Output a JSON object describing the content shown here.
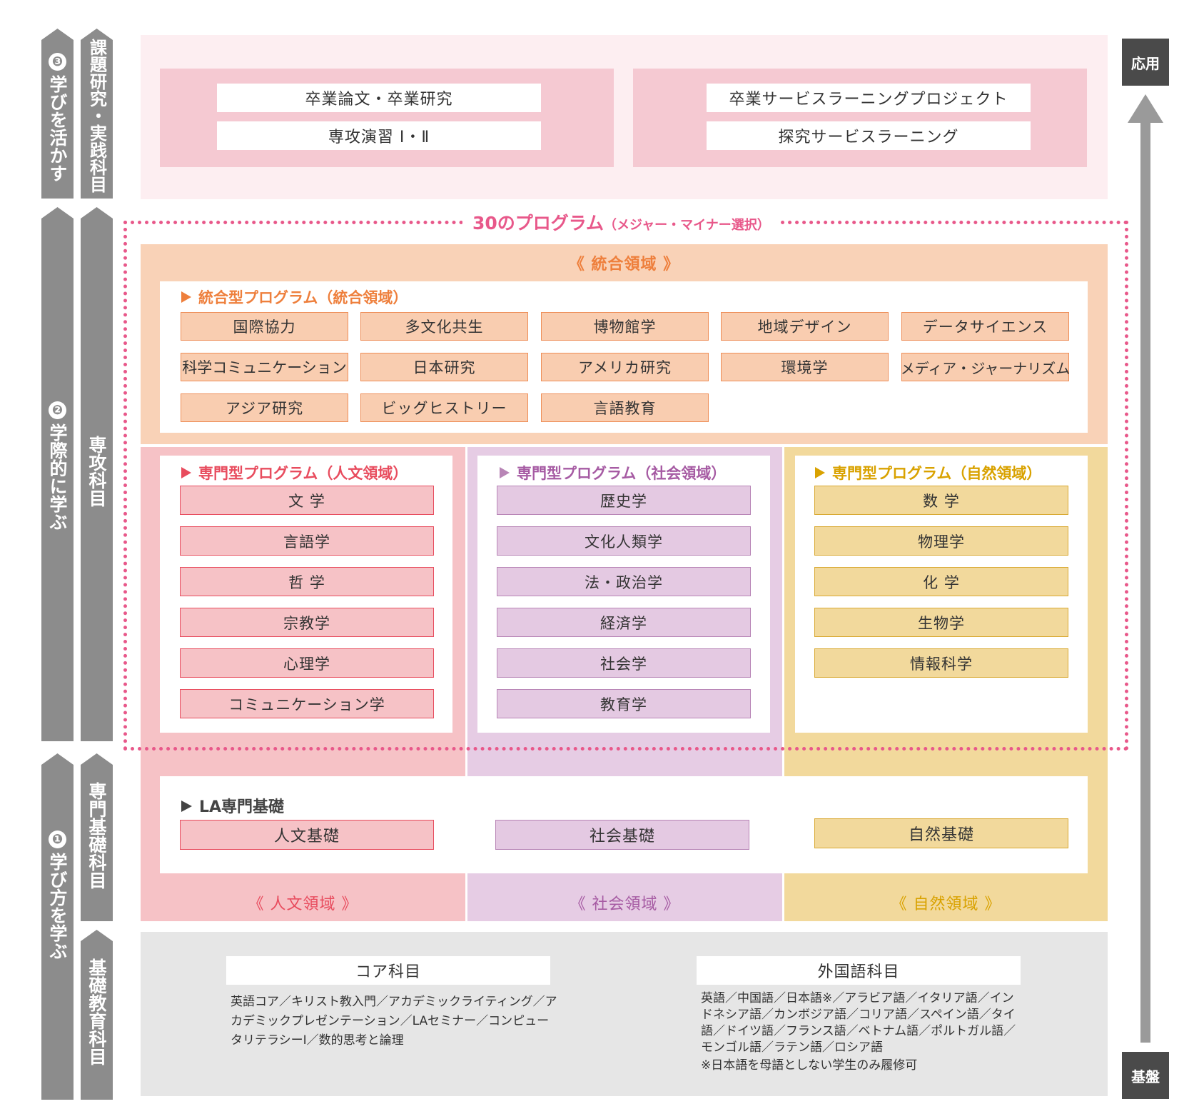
{
  "levels": {
    "top": "応用",
    "bottom": "基盤"
  },
  "left_arrows": [
    {
      "number": "❸",
      "label": "学びを活かす"
    },
    {
      "number": "❷",
      "label": "学際的に学ぶ"
    },
    {
      "number": "❶",
      "label": "学び方を学ぶ"
    }
  ],
  "category_arrows": {
    "practice": "課題研究・実践科目",
    "major": "専攻科目",
    "specialized_basic": "専門基礎科目",
    "basic_education": "基礎教育科目"
  },
  "research": {
    "left": [
      "卒業論文・卒業研究",
      "専攻演習 Ⅰ・Ⅱ"
    ],
    "right": [
      "卒業サービスラーニングプロジェクト",
      "探究サービスラーニング"
    ]
  },
  "programs": {
    "title": "30のプログラム",
    "subtitle": "（メジャー・マイナー選択）"
  },
  "integrated": {
    "region_label": "《 統合領域 》",
    "heading": "統合型プログラム（統合領域）",
    "items": [
      "国際協力",
      "多文化共生",
      "博物館学",
      "地域デザイン",
      "データサイエンス",
      "科学コミュニケーション",
      "日本研究",
      "アメリカ研究",
      "環境学",
      "メディア・ジャーナリズム",
      "アジア研究",
      "ビッグヒストリー",
      "言語教育"
    ]
  },
  "humanities": {
    "heading": "専門型プログラム（人文領域）",
    "items": [
      "文 学",
      "言語学",
      "哲 学",
      "宗教学",
      "心理学",
      "コミュニケーション学"
    ],
    "basic": "人文基礎",
    "region_label": "《 人文領域 》",
    "color": "#e84c5e"
  },
  "social": {
    "heading": "専門型プログラム（社会領域）",
    "items": [
      "歴史学",
      "文化人類学",
      "法・政治学",
      "経済学",
      "社会学",
      "教育学"
    ],
    "basic": "社会基礎",
    "region_label": "《 社会領域 》",
    "color": "#a65ba3"
  },
  "natural": {
    "heading": "専門型プログラム（自然領域）",
    "items": [
      "数 学",
      "物理学",
      "化 学",
      "生物学",
      "情報科学"
    ],
    "basic": "自然基礎",
    "region_label": "《 自然領域 》",
    "color": "#d9a200"
  },
  "la_basic": {
    "heading": "LA専門基礎"
  },
  "core": {
    "title": "コア科目",
    "text": "英語コア／キリスト教入門／アカデミックライティング／アカデミックプレゼンテーション／LAセミナー／コンピュータリテラシーⅠ／数的思考と論理"
  },
  "foreign": {
    "title": "外国語科目",
    "text": "英語／中国語／日本語※／アラビア語／イタリア語／インドネシア語／カンボジア語／コリア語／スペイン語／タイ語／ドイツ語／フランス語／ベトナム語／ポルトガル語／モンゴル語／ラテン語／ロシア語",
    "note": "※日本語を母語としない学生のみ履修可"
  },
  "colors": {
    "gray": "#8c8c8c",
    "dark": "#4a4a4a",
    "pink_dotted": "#e8588a",
    "orange_text": "#ee7f3c"
  }
}
